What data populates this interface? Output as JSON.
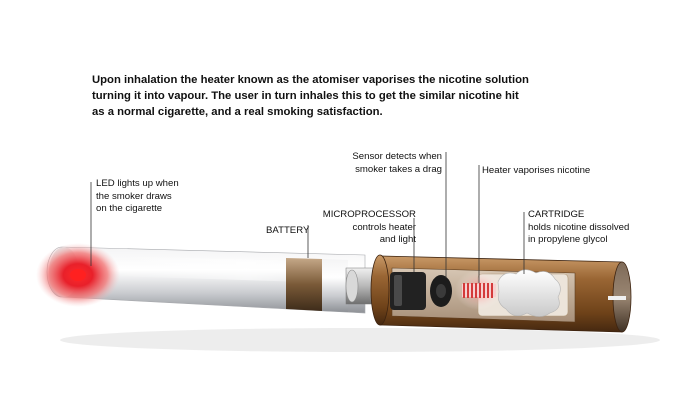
{
  "headline": {
    "lines": [
      "Upon inhalation the heater known as the atomiser vaporises the nicotine solution",
      "turning it into vapour. The user in turn inhales this to get the similar nicotine hit",
      "as a normal cigarette, and a real smoking satisfaction."
    ]
  },
  "labels": {
    "led": [
      "LED lights up when",
      "the smoker draws",
      "on the cigarette"
    ],
    "battery": [
      "BATTERY"
    ],
    "microprocessor": [
      "MICROPROCESSOR",
      "controls heater",
      "and light"
    ],
    "sensor": [
      "Sensor detects when",
      "smoker takes a drag"
    ],
    "heater": [
      "Heater vaporises nicotine"
    ],
    "cartridge": [
      "CARTRIDGE",
      "holds nicotine dissolved",
      "in propylene glycol"
    ]
  },
  "colors": {
    "led_glow": "#e8202a",
    "body_silver": "#d9dadc",
    "battery_band": "#8a6a44",
    "cartridge_brown": "#8c5a2b",
    "chip": "#222222",
    "coil": "#d43a3a",
    "leader_line": "#333333"
  }
}
